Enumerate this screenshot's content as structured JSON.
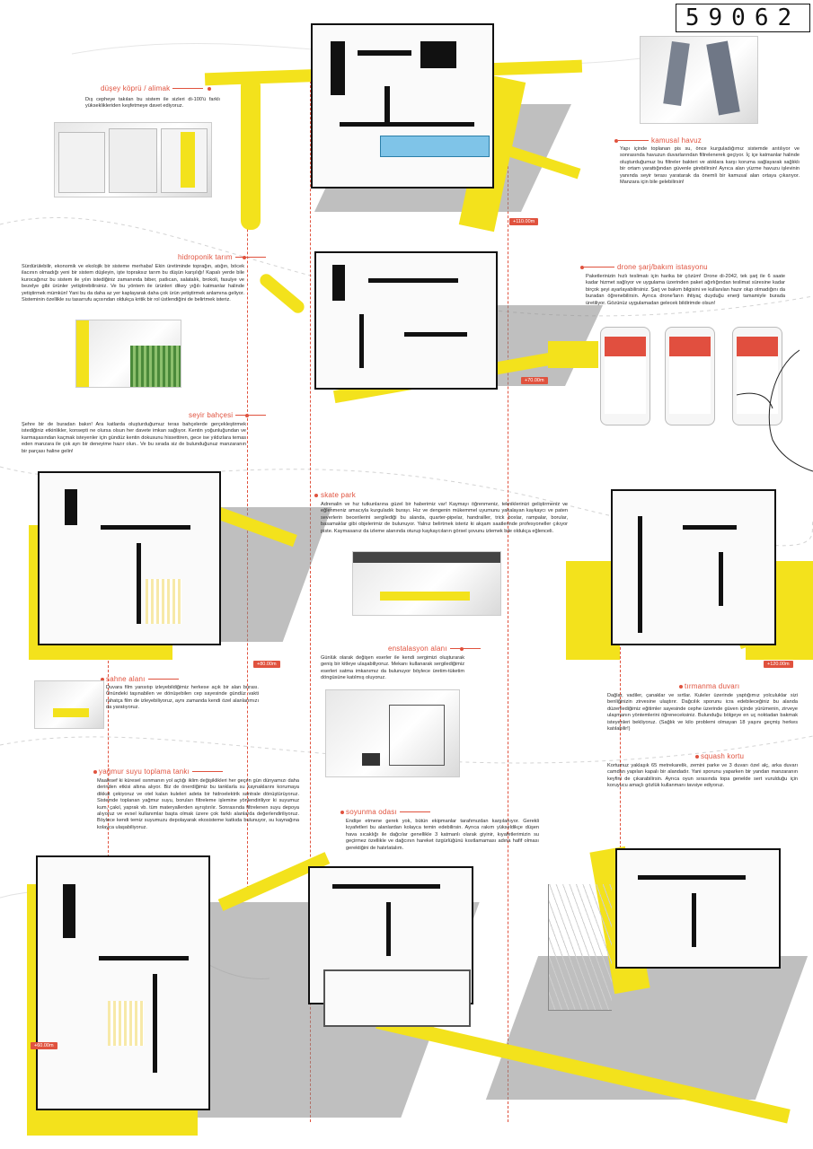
{
  "sheet_number": "59062",
  "sections": {
    "dusey_kopru": {
      "title": "düşey köprü / alimak",
      "text": "Dış cepheye takılan bu sistem ile sizleri di-100'ü farklı yükseklikleriden keşfetmeye davet ediyoruz."
    },
    "kamusal_havuz": {
      "title": "kamusal havuz",
      "text": "Yapı içinde toplanan pis su, önce kurguladığımız sistemde arıtılıyor ve sonrasında havuzun duvarlarından filtrelenerek geçiyor. İç içe katmanlar halinde oluşturduğumuz bu filtreler bakteri ve atıklara karşı koruma sağlayarak sağlıklı bir ortam yarattığından güvenle girebilirsin! Ayrıca alan yüzme havuzu işlevinin yanında seyir terası yaratarak da önemli bir kamusal alan ortaya çıkarıyor. Manzara için bile gelebilirsin!"
    },
    "hidroponik_tarim": {
      "title": "hidroponik tarım",
      "text": "Sürdürülebilir, ekonomik ve ekolojik bir sisteme merhaba! Ekin üretiminde toprağın, atığın, böcek ilacının olmadığı yeni bir sistem düşleyin, işte topraksız tarım bu düşün karşılığı! Kapalı yerde bile kurocağınız bu sistem ile yılın istediğiniz zamanında biber, patlıcan, salatalık, brokoli, fasulye ve bezelye gibi ürünler yetiştirebilirsiniz. Ve bu yöntem ile ürünleri dikey yığılı katmanlar halinde yetiştirmek mümkün! Yani bu da daha az yer kaplayarak daha çok ürün yetiştirmek anlamına geliyor. Sisteminin özellikle su tasarrufu açısından oldukça kritik bir rol üstlendiğini de belirtmek isteriz."
    },
    "drone_istasyonu": {
      "title": "drone şarj/bakım istasyonu",
      "text": "Paketlerinizin hızlı teslimatı için harika bir çözüm! Drone di-2042, tek şarj ile 6 saate kadar hizmet sağlıyor ve uygulama üzerinden paket ağırlığından teslimat süresine kadar birçok şeyi ayarlayabilirsiniz. Şarj ve bakım bilgisini ve kullanılan hazır olup olmadığını da buradan öğrenebilirsin. Ayrıca drone'ların ihtiyaç duyduğu enerji tamamiyle burada üretiliyor. Gözünüz uygulamadan gelecek bildirimde olsun!"
    },
    "seyir_bahcesi": {
      "title": "seyir bahçesi",
      "text": "Şehre bir de buradan bakın! Ara katlarda oluşturduğumuz teras bahçelerde gerçekleştirmek istediğiniz etkinlikler, konsepti ne olursa olsun her davete imkan sağlıyor. Kentin yoğunluğundan ve karmaşasından kaçmak isteyenler için gündüz kentin dokusunu hissettiren, gece ise yıldızlara temas eden manzara ile çok ayrı bir deneyime hazır olun.. Ve bu sırada siz de bulunduğunuz manzaranın bir parçası haline gelin!"
    },
    "skate_park": {
      "title": "skate park",
      "text": "Adrenalin ve hız tutkunlarına güzel bir haberimiz var! Kaymayı öğrenmeniz, tekniklerinizi geliştirmeniz ve eğlenmeniz amacıyla kurguladık burayı. Hız ve dengenin mükemmel uyumunu yakalayan kaykaycı ve paten severlerin becerilerini sergilediği bu alanda, quarter-pipelar, handrailler, trick boxlar, rampalar, borular, basamaklar gibi objelerimiz de bulunuyor. Yalnız belirtmek isteriz ki akşam saatlerinde profesyoneller çıkıyor piste. Kaymasanız da izleme alanında oturup kaykaycıların görsel şovunu izlemek bile oldukça eğlenceli."
    },
    "enstalasyon_alani": {
      "title": "enstalasyon alanı",
      "text": "Günlük olarak değişen eserler ile kendi sergimizi oluşturarak geniş bir kitleye ulaşabiliyoruz. Mekanı kullanarak sergilediğimiz eserleri satma imkanımız da bulunuyor böylece üretim-tüketim döngüsüne katılmış oluyoruz."
    },
    "sahne_alani": {
      "title": "sahne alanı",
      "text": "Duvara film yansıtıp izleyebildiğimiz herkese açık bir alan burası. Önündeki taşınabilen ve dönüşebilen cep sayesinde gündüz vakti rahatça film de izleyebiliyoruz, aynı zamanda kendi özel alanlarımızı da yaratıyoruz."
    },
    "tirmanma_duvari": {
      "title": "tırmanma duvarı",
      "text": "Dağlar, vadiler, çanaklar ve sırtlar. Kuleler üzerinde yaptığımız yolculuklar sizi benliğinizin zirvesine ulaştırır. Dağcılık sporunu icra edebileceğiniz bu alanda düzenlediğimiz eğitimler sayesinde cephe üzerinde güven içinde yürümenin, zirveye ulaşmanın yöntemlerini öğreneceksiniz. Bulunduğu bölgeye en uç noktadan bakmak isteyenleri bekliyoruz. (Sağlık ve kilo problemi olmayan 18 yaşını geçmiş herkes katılabilir!)"
    },
    "yagmur_suyu": {
      "title": "yağmur suyu toplama tankı",
      "text": "Maalesef ki küresel ısınmanın yol açtığı iklim değişiklikleri her geçen gün dünyamızı daha derinden etkisi altına alıyor. Biz de önerdiğimiz bu tanklarla su kaynaklarını korumaya dikkat çekiyoruz ve otel kalan kuleleri adeta bir hidroelektrik santrale dönüştürüyoruz. Sistemde toplanan yağmur suyu, boruları filtreleme işlemine yönlendiriliyor ki suyumuz kum, çakıl, yaprak vb. tüm materyallerden ayrıştırılır. Sonrasında filtrelenen suyu depoya alıyoruz ve evsel kullanımlar başta olmak üzere çok farklı alanlarda değerlendiriliyoruz. Böylece kendi temiz suyumuzu depolayarak ekosisteme katkıda bulunuyor, su kaynağına kolayca ulaşabiliyoruz."
    },
    "squash_kortu": {
      "title": "squash kortu",
      "text": "Kortumuz yaklaşık 65 metrekarelik, zemini parke ve 3 duvarı özel alç, arka duvarı camdan yapılan kapalı bir alandadır. Yani sporunu yaparken bir yandan manzaranın keyfini de çıkarabilirsin. Ayrıca oyun sırasında topa genelde sert vurulduğu için koruyucu amaçlı gözlük kullanmanı tavsiye ediyoruz."
    },
    "soyunma_odasi": {
      "title": "soyunma odası",
      "text": "Endişe etmene gerek yok, bütün ekipmanlar tarafımızdan karşılanıyor. Gerekli kıyafetleri bu alanlardan kolayca temin edebilirsin. Ayrıca rakım yükseldikçe düşen hava sıcaklığı ile dağcılar genellikle 3 katmanlı olarak giyinir, kıyafetlerimizin su geçirmez özellikle ve dağcının hareket özgürlüğünü kısıtlamaması adına hafif olması gerektiğini de hatırlatalım."
    }
  },
  "levels": {
    "l110": "+110.00m",
    "l70": "+70.00m",
    "l80": "+80.00m",
    "l120": "+120.00m",
    "l60": "+60.00m"
  },
  "colors": {
    "accent_yellow": "#f3e21c",
    "accent_red": "#e0523e",
    "wall_black": "#111111"
  }
}
